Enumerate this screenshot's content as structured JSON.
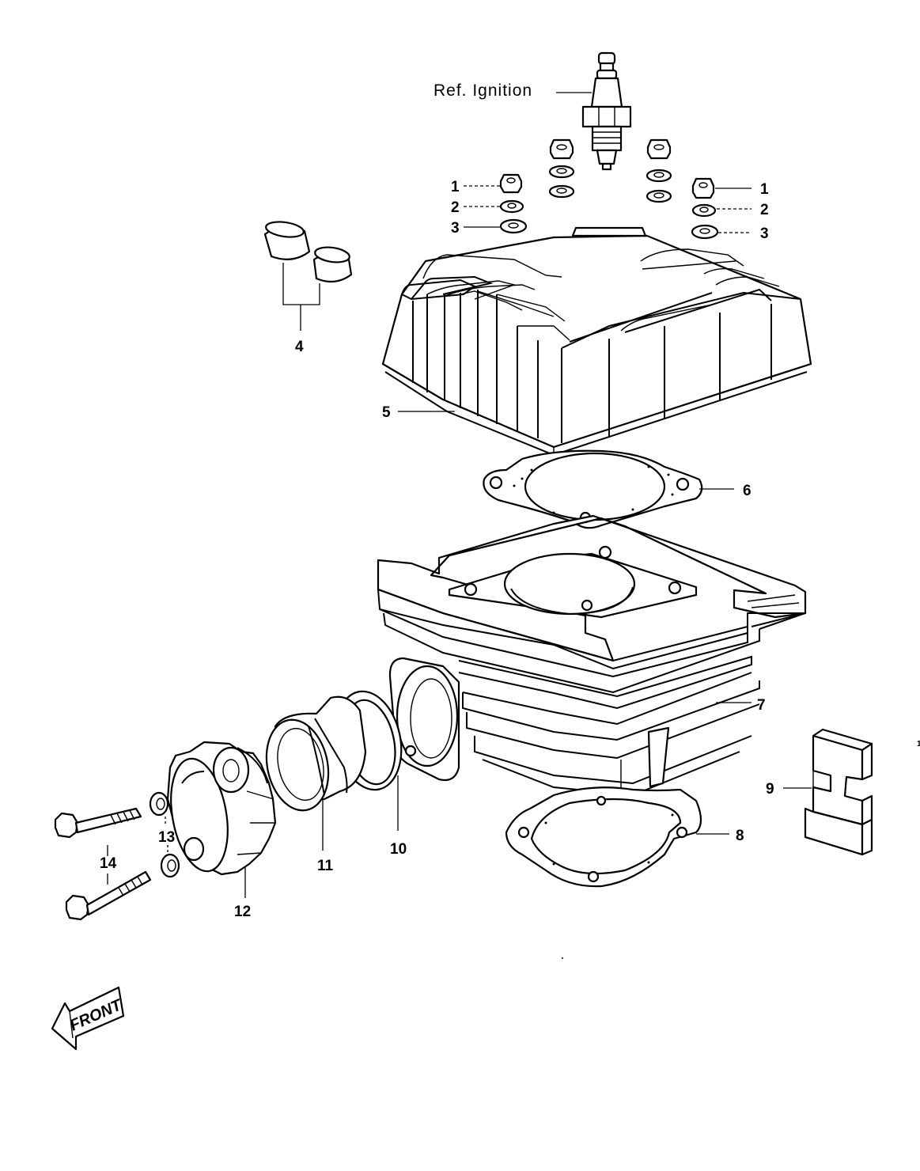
{
  "reference_label": "Ref.  Ignition",
  "front_label": "FRONT",
  "callouts": {
    "c1_left": "1",
    "c2_left": "2",
    "c3_left": "3",
    "c1_right": "1",
    "c2_right": "2",
    "c3_right": "3",
    "c4": "4",
    "c5": "5",
    "c6": "6",
    "c7": "7",
    "c8": "8",
    "c9": "9",
    "c10": "10",
    "c11": "11",
    "c12": "12",
    "c13": "13",
    "c14": "14",
    "page_mark": "1"
  }
}
